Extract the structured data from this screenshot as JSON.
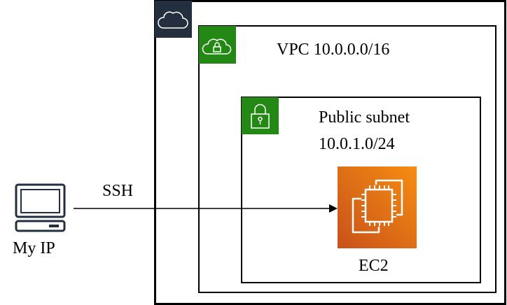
{
  "cloud": {
    "icon": "aws-cloud-icon",
    "color": "#232f3e"
  },
  "vpc": {
    "label": "VPC 10.0.0.0/16",
    "icon": "vpc-cloud-lock-icon",
    "color": "#248814"
  },
  "subnet": {
    "label_line1": "Public subnet",
    "label_line2": "10.0.1.0/24",
    "icon": "padlock-icon",
    "color": "#248814"
  },
  "ec2": {
    "label": "EC2",
    "icon": "ec2-chip-icon",
    "color_start": "#c8511b",
    "color_end": "#f68d11"
  },
  "client": {
    "label": "My IP",
    "icon": "computer-icon"
  },
  "connection": {
    "label": "SSH"
  }
}
